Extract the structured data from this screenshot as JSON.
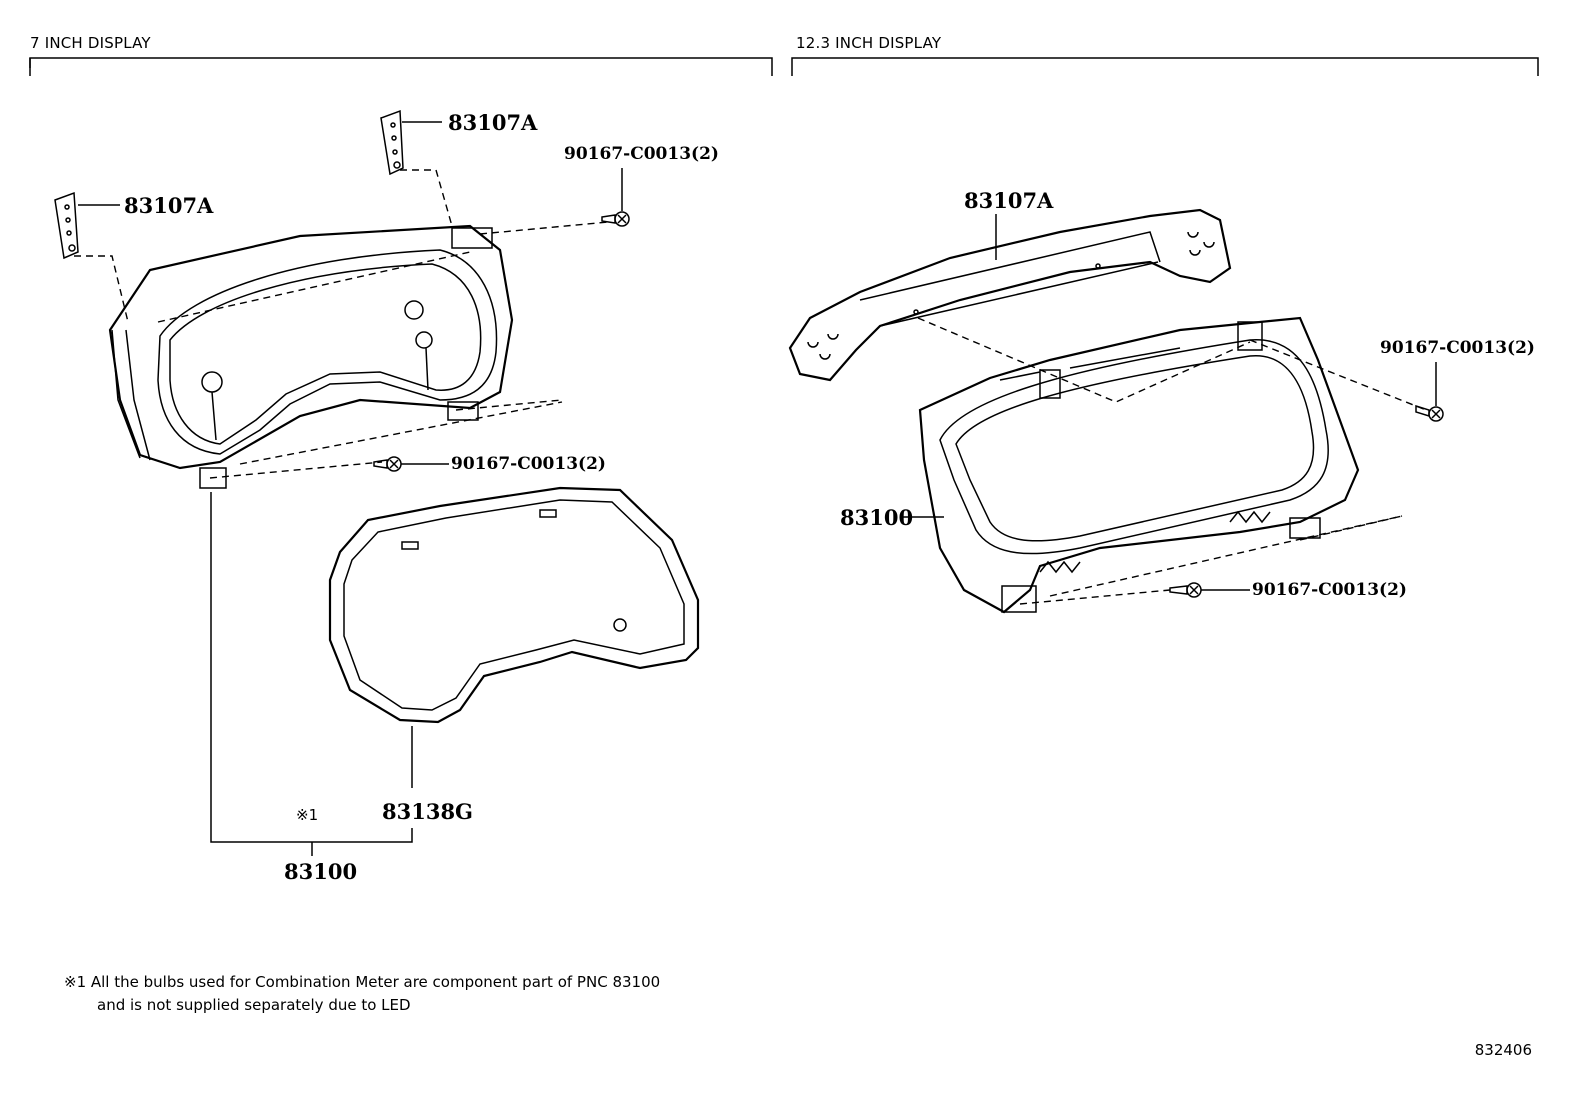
{
  "sections": {
    "left_title": "7 INCH DISPLAY",
    "right_title": "12.3 INCH DISPLAY"
  },
  "left_parts": {
    "bracket_a_top": "83107A",
    "bracket_a_left": "83107A",
    "screw_top": "90167-C0013(2)",
    "screw_bottom": "90167-C0013(2)",
    "lens": "83138G",
    "note_ref": "※1",
    "meter": "83100"
  },
  "right_parts": {
    "bracket": "83107A",
    "screw_top": "90167-C0013(2)",
    "meter": "83100",
    "screw_bottom": "90167-C0013(2)"
  },
  "footnote": {
    "line1": "※1 All the bulbs used for Combination Meter are component part of PNC 83100",
    "line2": "and is not supplied separately due to LED"
  },
  "illustration_id": "832406"
}
